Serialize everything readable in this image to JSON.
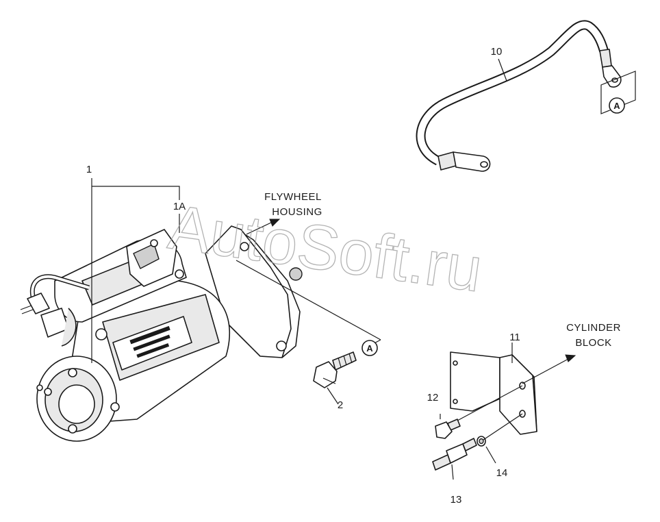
{
  "labels": {
    "p1": "1",
    "p1a": "1A",
    "p2": "2",
    "p10": "10",
    "p11": "11",
    "p12": "12",
    "p13": "13",
    "p14": "14",
    "callout_a": "A",
    "flywheel_line1": "FLYWHEEL",
    "flywheel_line2": "HOUSING",
    "cylinder_line1": "CYLINDER",
    "cylinder_line2": "BLOCK"
  },
  "watermark": "AutoSoft.ru",
  "colors": {
    "line": "#1a1a1a",
    "watermark": "#9a9a9a",
    "background": "#ffffff"
  }
}
